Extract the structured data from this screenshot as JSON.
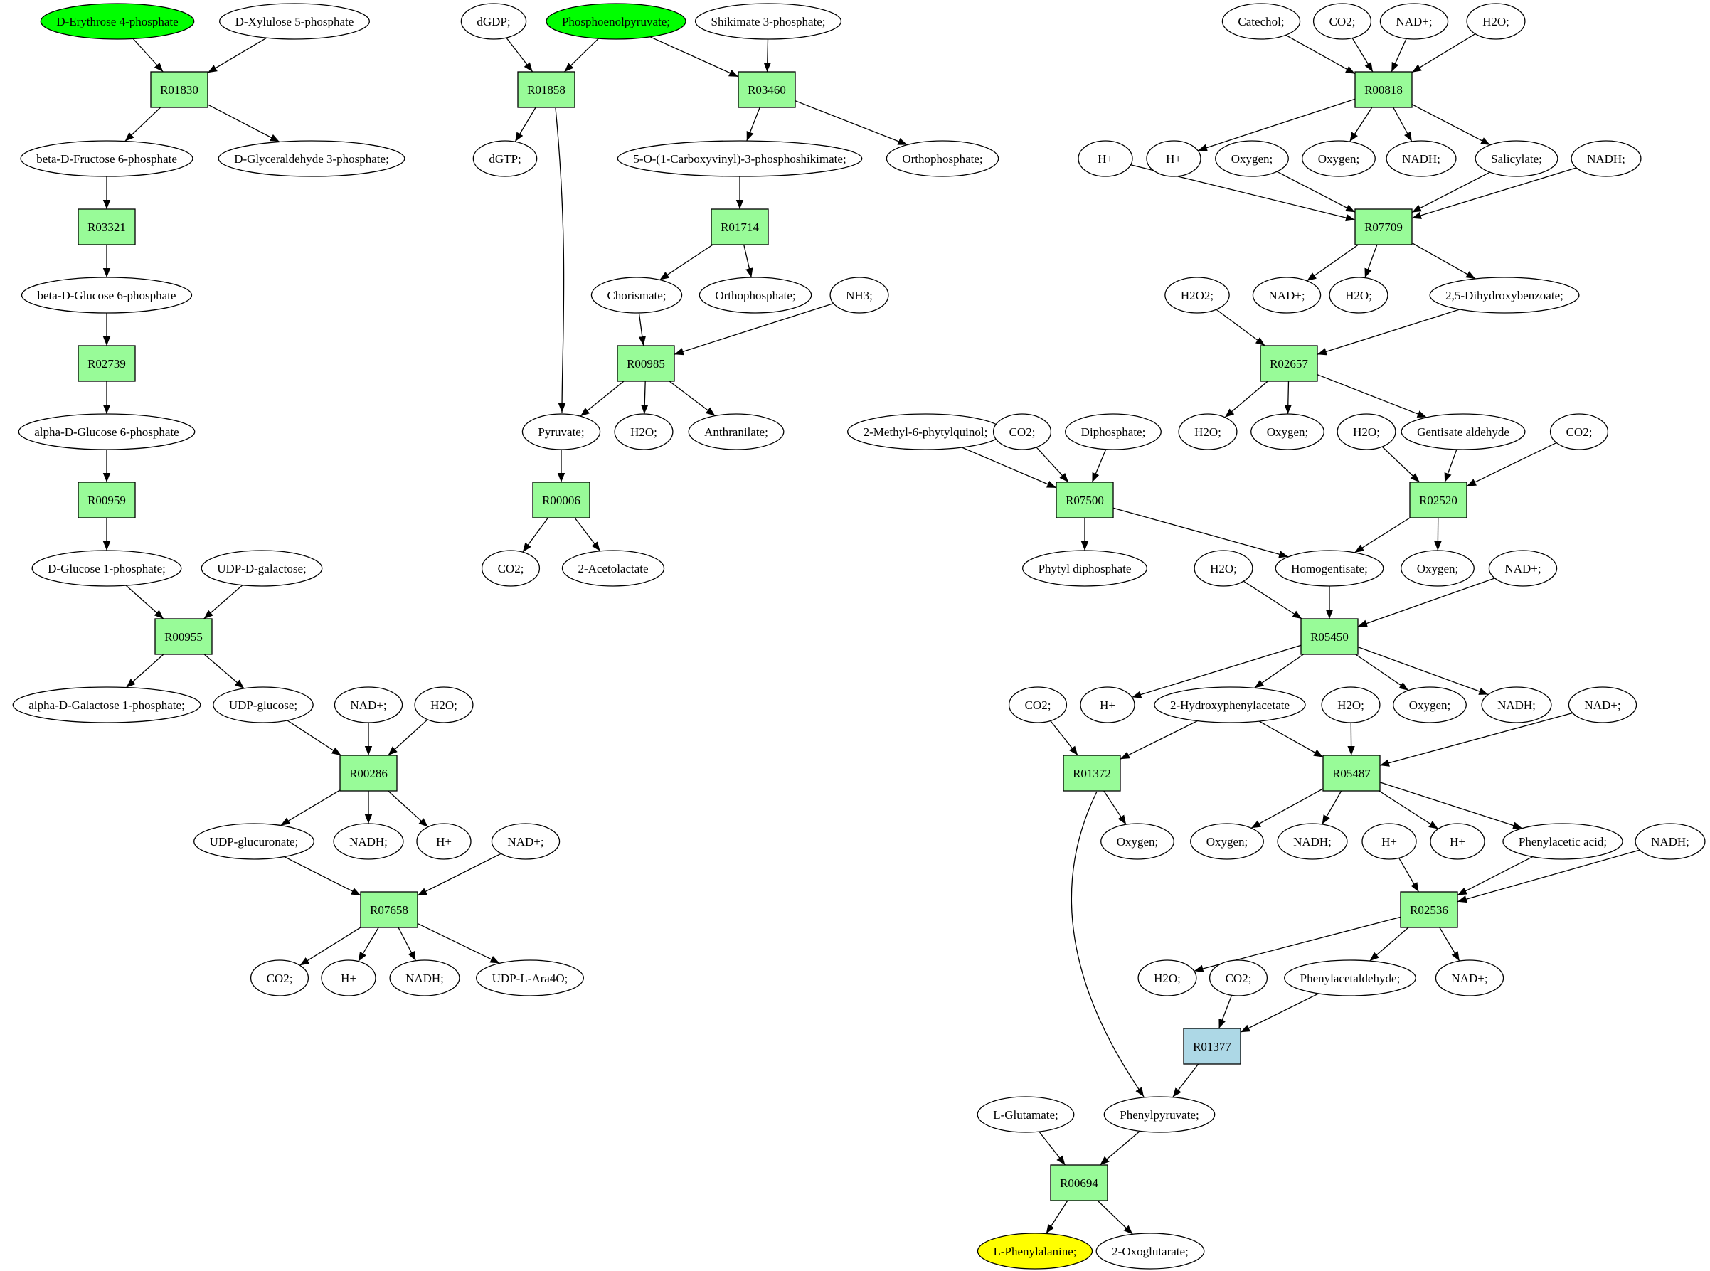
{
  "colors": {
    "reaction": "#98fb98",
    "reaction_highlight": "#add8e6",
    "source": "#00ff00",
    "target": "#ffff00",
    "metabolite": "#ffffff"
  },
  "nodes": {
    "m_e4p": {
      "label": "D-Erythrose 4-phosphate",
      "kind": "source"
    },
    "m_x5p": {
      "label": "D-Xylulose 5-phosphate",
      "kind": "metabolite"
    },
    "r_R01830": {
      "label": "R01830",
      "kind": "reaction"
    },
    "m_bdf6p": {
      "label": "beta-D-Fructose 6-phosphate",
      "kind": "metabolite"
    },
    "m_dg3p": {
      "label": "D-Glyceraldehyde 3-phosphate;",
      "kind": "metabolite"
    },
    "r_R03321": {
      "label": "R03321",
      "kind": "reaction"
    },
    "m_bdg6p": {
      "label": "beta-D-Glucose 6-phosphate",
      "kind": "metabolite"
    },
    "r_R02739": {
      "label": "R02739",
      "kind": "reaction"
    },
    "m_adg6p": {
      "label": "alpha-D-Glucose 6-phosphate",
      "kind": "metabolite"
    },
    "r_R00959": {
      "label": "R00959",
      "kind": "reaction"
    },
    "m_dg1p": {
      "label": "D-Glucose 1-phosphate;",
      "kind": "metabolite"
    },
    "m_udpgal": {
      "label": "UDP-D-galactose;",
      "kind": "metabolite"
    },
    "r_R00955": {
      "label": "R00955",
      "kind": "reaction"
    },
    "m_adgal1p": {
      "label": "alpha-D-Galactose 1-phosphate;",
      "kind": "metabolite"
    },
    "m_udpglc": {
      "label": "UDP-glucose;",
      "kind": "metabolite"
    },
    "m_nadp_a": {
      "label": "NAD+;",
      "kind": "metabolite"
    },
    "m_h2o_a": {
      "label": "H2O;",
      "kind": "metabolite"
    },
    "r_R00286": {
      "label": "R00286",
      "kind": "reaction"
    },
    "m_udpglcur": {
      "label": "UDP-glucuronate;",
      "kind": "metabolite"
    },
    "m_nadh_a": {
      "label": "NADH;",
      "kind": "metabolite"
    },
    "m_h_a": {
      "label": "H+",
      "kind": "metabolite"
    },
    "m_nadp_b": {
      "label": "NAD+;",
      "kind": "metabolite"
    },
    "r_R07658": {
      "label": "R07658",
      "kind": "reaction"
    },
    "m_co2_a": {
      "label": "CO2;",
      "kind": "metabolite"
    },
    "m_h_b": {
      "label": "H+",
      "kind": "metabolite"
    },
    "m_nadh_b": {
      "label": "NADH;",
      "kind": "metabolite"
    },
    "m_udpara": {
      "label": "UDP-L-Ara4O;",
      "kind": "metabolite"
    },
    "m_dgdp": {
      "label": "dGDP;",
      "kind": "metabolite"
    },
    "m_pep": {
      "label": "Phosphoenolpyruvate;",
      "kind": "source"
    },
    "m_s3p": {
      "label": "Shikimate 3-phosphate;",
      "kind": "metabolite"
    },
    "r_R01858": {
      "label": "R01858",
      "kind": "reaction"
    },
    "r_R03460": {
      "label": "R03460",
      "kind": "reaction"
    },
    "m_dgtp": {
      "label": "dGTP;",
      "kind": "metabolite"
    },
    "m_cvps": {
      "label": "5-O-(1-Carboxyvinyl)-3-phosphoshikimate;",
      "kind": "metabolite"
    },
    "m_pi_a": {
      "label": "Orthophosphate;",
      "kind": "metabolite"
    },
    "r_R01714": {
      "label": "R01714",
      "kind": "reaction"
    },
    "m_chor": {
      "label": "Chorismate;",
      "kind": "metabolite"
    },
    "m_pi_b": {
      "label": "Orthophosphate;",
      "kind": "metabolite"
    },
    "m_nh3": {
      "label": "NH3;",
      "kind": "metabolite"
    },
    "r_R00985": {
      "label": "R00985",
      "kind": "reaction"
    },
    "m_pyr": {
      "label": "Pyruvate;",
      "kind": "metabolite"
    },
    "m_h2o_b": {
      "label": "H2O;",
      "kind": "metabolite"
    },
    "m_anth": {
      "label": "Anthranilate;",
      "kind": "metabolite"
    },
    "r_R00006": {
      "label": "R00006",
      "kind": "reaction"
    },
    "m_co2_b": {
      "label": "CO2;",
      "kind": "metabolite"
    },
    "m_acl": {
      "label": "2-Acetolactate",
      "kind": "metabolite"
    },
    "m_catechol": {
      "label": "Catechol;",
      "kind": "metabolite"
    },
    "m_co2_c": {
      "label": "CO2;",
      "kind": "metabolite"
    },
    "m_nadp_c": {
      "label": "NAD+;",
      "kind": "metabolite"
    },
    "m_h2o_c": {
      "label": "H2O;",
      "kind": "metabolite"
    },
    "r_R00818": {
      "label": "R00818",
      "kind": "reaction"
    },
    "m_h_c": {
      "label": "H+",
      "kind": "metabolite"
    },
    "m_h_d": {
      "label": "H+",
      "kind": "metabolite"
    },
    "m_o2_a": {
      "label": "Oxygen;",
      "kind": "metabolite"
    },
    "m_o2_b": {
      "label": "Oxygen;",
      "kind": "metabolite"
    },
    "m_nadh_c": {
      "label": "NADH;",
      "kind": "metabolite"
    },
    "m_salicylate": {
      "label": "Salicylate;",
      "kind": "metabolite"
    },
    "m_nadh_d": {
      "label": "NADH;",
      "kind": "metabolite"
    },
    "r_R07709": {
      "label": "R07709",
      "kind": "reaction"
    },
    "m_h2o2": {
      "label": "H2O2;",
      "kind": "metabolite"
    },
    "m_nadp_d": {
      "label": "NAD+;",
      "kind": "metabolite"
    },
    "m_h2o_d": {
      "label": "H2O;",
      "kind": "metabolite"
    },
    "m_dhb": {
      "label": "2,5-Dihydroxybenzoate;",
      "kind": "metabolite"
    },
    "r_R02657": {
      "label": "R02657",
      "kind": "reaction"
    },
    "m_h2o_e": {
      "label": "H2O;",
      "kind": "metabolite"
    },
    "m_o2_c": {
      "label": "Oxygen;",
      "kind": "metabolite"
    },
    "m_h2o_f": {
      "label": "H2O;",
      "kind": "metabolite"
    },
    "m_gald": {
      "label": "Gentisate aldehyde",
      "kind": "metabolite"
    },
    "m_co2_d": {
      "label": "CO2;",
      "kind": "metabolite"
    },
    "r_R02520": {
      "label": "R02520",
      "kind": "reaction"
    },
    "m_mpq": {
      "label": "2-Methyl-6-phytylquinol;",
      "kind": "metabolite"
    },
    "m_co2_e": {
      "label": "CO2;",
      "kind": "metabolite"
    },
    "m_ppi": {
      "label": "Diphosphate;",
      "kind": "metabolite"
    },
    "r_R07500": {
      "label": "R07500",
      "kind": "reaction"
    },
    "m_phytpp": {
      "label": "Phytyl diphosphate",
      "kind": "metabolite"
    },
    "m_hgent": {
      "label": "Homogentisate;",
      "kind": "metabolite"
    },
    "m_o2_d": {
      "label": "Oxygen;",
      "kind": "metabolite"
    },
    "m_h2o_g": {
      "label": "H2O;",
      "kind": "metabolite"
    },
    "m_nadp_e": {
      "label": "NAD+;",
      "kind": "metabolite"
    },
    "r_R05450": {
      "label": "R05450",
      "kind": "reaction"
    },
    "m_co2_f": {
      "label": "CO2;",
      "kind": "metabolite"
    },
    "m_h_e": {
      "label": "H+",
      "kind": "metabolite"
    },
    "m_hpa": {
      "label": "2-Hydroxyphenylacetate",
      "kind": "metabolite"
    },
    "m_h2o_h": {
      "label": "H2O;",
      "kind": "metabolite"
    },
    "m_o2_e": {
      "label": "Oxygen;",
      "kind": "metabolite"
    },
    "m_nadh_e": {
      "label": "NADH;",
      "kind": "metabolite"
    },
    "m_nadp_f": {
      "label": "NAD+;",
      "kind": "metabolite"
    },
    "r_R01372": {
      "label": "R01372",
      "kind": "reaction"
    },
    "r_R05487": {
      "label": "R05487",
      "kind": "reaction"
    },
    "m_o2_f": {
      "label": "Oxygen;",
      "kind": "metabolite"
    },
    "m_o2_g": {
      "label": "Oxygen;",
      "kind": "metabolite"
    },
    "m_nadh_f": {
      "label": "NADH;",
      "kind": "metabolite"
    },
    "m_h_f": {
      "label": "H+",
      "kind": "metabolite"
    },
    "m_h_g": {
      "label": "H+",
      "kind": "metabolite"
    },
    "m_paa": {
      "label": "Phenylacetic acid;",
      "kind": "metabolite"
    },
    "m_nadh_g": {
      "label": "NADH;",
      "kind": "metabolite"
    },
    "r_R02536": {
      "label": "R02536",
      "kind": "reaction"
    },
    "m_h2o_i": {
      "label": "H2O;",
      "kind": "metabolite"
    },
    "m_co2_g": {
      "label": "CO2;",
      "kind": "metabolite"
    },
    "m_pacald": {
      "label": "Phenylacetaldehyde;",
      "kind": "metabolite"
    },
    "m_nadp_g": {
      "label": "NAD+;",
      "kind": "metabolite"
    },
    "r_R01377": {
      "label": "R01377",
      "kind": "reaction_highlight"
    },
    "m_glu": {
      "label": "L-Glutamate;",
      "kind": "metabolite"
    },
    "m_phpyr": {
      "label": "Phenylpyruvate;",
      "kind": "metabolite"
    },
    "r_R00694": {
      "label": "R00694",
      "kind": "reaction"
    },
    "m_phe": {
      "label": "L-Phenylalanine;",
      "kind": "target"
    },
    "m_akg": {
      "label": "2-Oxoglutarate;",
      "kind": "metabolite"
    }
  },
  "edges": [
    [
      "m_e4p",
      "r_R01830"
    ],
    [
      "m_x5p",
      "r_R01830"
    ],
    [
      "r_R01830",
      "m_bdf6p"
    ],
    [
      "r_R01830",
      "m_dg3p"
    ],
    [
      "m_bdf6p",
      "r_R03321"
    ],
    [
      "r_R03321",
      "m_bdg6p"
    ],
    [
      "m_bdg6p",
      "r_R02739"
    ],
    [
      "r_R02739",
      "m_adg6p"
    ],
    [
      "m_adg6p",
      "r_R00959"
    ],
    [
      "r_R00959",
      "m_dg1p"
    ],
    [
      "m_dg1p",
      "r_R00955"
    ],
    [
      "m_udpgal",
      "r_R00955"
    ],
    [
      "r_R00955",
      "m_adgal1p"
    ],
    [
      "r_R00955",
      "m_udpglc"
    ],
    [
      "m_udpglc",
      "r_R00286"
    ],
    [
      "m_nadp_a",
      "r_R00286"
    ],
    [
      "m_h2o_a",
      "r_R00286"
    ],
    [
      "r_R00286",
      "m_udpglcur"
    ],
    [
      "r_R00286",
      "m_nadh_a"
    ],
    [
      "r_R00286",
      "m_h_a"
    ],
    [
      "m_udpglcur",
      "r_R07658"
    ],
    [
      "m_nadp_b",
      "r_R07658"
    ],
    [
      "r_R07658",
      "m_co2_a"
    ],
    [
      "r_R07658",
      "m_h_b"
    ],
    [
      "r_R07658",
      "m_nadh_b"
    ],
    [
      "r_R07658",
      "m_udpara"
    ],
    [
      "m_dgdp",
      "r_R01858"
    ],
    [
      "m_pep",
      "r_R01858"
    ],
    [
      "m_pep",
      "r_R03460"
    ],
    [
      "m_s3p",
      "r_R03460"
    ],
    [
      "r_R01858",
      "m_dgtp"
    ],
    [
      "r_R01858",
      "m_pyr"
    ],
    [
      "r_R03460",
      "m_cvps"
    ],
    [
      "r_R03460",
      "m_pi_a"
    ],
    [
      "m_cvps",
      "r_R01714"
    ],
    [
      "r_R01714",
      "m_chor"
    ],
    [
      "r_R01714",
      "m_pi_b"
    ],
    [
      "m_chor",
      "r_R00985"
    ],
    [
      "m_nh3",
      "r_R00985"
    ],
    [
      "r_R00985",
      "m_pyr"
    ],
    [
      "r_R00985",
      "m_h2o_b"
    ],
    [
      "r_R00985",
      "m_anth"
    ],
    [
      "m_pyr",
      "r_R00006"
    ],
    [
      "r_R00006",
      "m_co2_b"
    ],
    [
      "r_R00006",
      "m_acl"
    ],
    [
      "m_catechol",
      "r_R00818"
    ],
    [
      "m_co2_c",
      "r_R00818"
    ],
    [
      "m_nadp_c",
      "r_R00818"
    ],
    [
      "m_h2o_c",
      "r_R00818"
    ],
    [
      "r_R00818",
      "m_h_d"
    ],
    [
      "r_R00818",
      "m_o2_b"
    ],
    [
      "r_R00818",
      "m_nadh_c"
    ],
    [
      "r_R00818",
      "m_salicylate"
    ],
    [
      "m_h_c",
      "r_R07709"
    ],
    [
      "m_o2_a",
      "r_R07709"
    ],
    [
      "m_salicylate",
      "r_R07709"
    ],
    [
      "m_nadh_d",
      "r_R07709"
    ],
    [
      "r_R07709",
      "m_nadp_d"
    ],
    [
      "r_R07709",
      "m_h2o_d"
    ],
    [
      "r_R07709",
      "m_dhb"
    ],
    [
      "m_h2o2",
      "r_R02657"
    ],
    [
      "m_dhb",
      "r_R02657"
    ],
    [
      "r_R02657",
      "m_h2o_e"
    ],
    [
      "r_R02657",
      "m_o2_c"
    ],
    [
      "r_R02657",
      "m_gald"
    ],
    [
      "m_h2o_f",
      "r_R02520"
    ],
    [
      "m_gald",
      "r_R02520"
    ],
    [
      "m_co2_d",
      "r_R02520"
    ],
    [
      "r_R02520",
      "m_hgent"
    ],
    [
      "r_R02520",
      "m_o2_d"
    ],
    [
      "m_mpq",
      "r_R07500"
    ],
    [
      "m_co2_e",
      "r_R07500"
    ],
    [
      "m_ppi",
      "r_R07500"
    ],
    [
      "r_R07500",
      "m_phytpp"
    ],
    [
      "r_R07500",
      "m_hgent"
    ],
    [
      "m_h2o_g",
      "r_R05450"
    ],
    [
      "m_hgent",
      "r_R05450"
    ],
    [
      "m_nadp_e",
      "r_R05450"
    ],
    [
      "r_R05450",
      "m_h_e"
    ],
    [
      "r_R05450",
      "m_hpa"
    ],
    [
      "r_R05450",
      "m_o2_e"
    ],
    [
      "r_R05450",
      "m_nadh_e"
    ],
    [
      "m_co2_f",
      "r_R01372"
    ],
    [
      "m_hpa",
      "r_R01372"
    ],
    [
      "m_hpa",
      "r_R05487"
    ],
    [
      "m_h2o_h",
      "r_R05487"
    ],
    [
      "m_nadp_f",
      "r_R05487"
    ],
    [
      "r_R01372",
      "m_o2_f"
    ],
    [
      "r_R01372",
      "m_phpyr"
    ],
    [
      "r_R05487",
      "m_o2_g"
    ],
    [
      "r_R05487",
      "m_nadh_f"
    ],
    [
      "r_R05487",
      "m_h_g"
    ],
    [
      "r_R05487",
      "m_paa"
    ],
    [
      "m_h_f",
      "r_R02536"
    ],
    [
      "m_paa",
      "r_R02536"
    ],
    [
      "m_nadh_g",
      "r_R02536"
    ],
    [
      "r_R02536",
      "m_h2o_i"
    ],
    [
      "r_R02536",
      "m_pacald"
    ],
    [
      "r_R02536",
      "m_nadp_g"
    ],
    [
      "m_co2_g",
      "r_R01377"
    ],
    [
      "m_pacald",
      "r_R01377"
    ],
    [
      "r_R01377",
      "m_phpyr"
    ],
    [
      "m_glu",
      "r_R00694"
    ],
    [
      "m_phpyr",
      "r_R00694"
    ],
    [
      "r_R00694",
      "m_phe"
    ],
    [
      "r_R00694",
      "m_akg"
    ]
  ]
}
